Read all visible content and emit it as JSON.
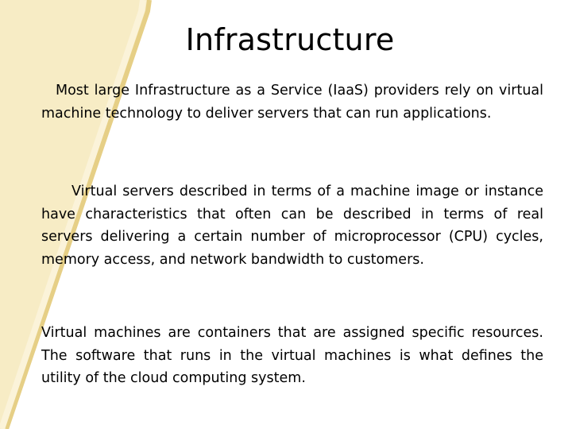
{
  "slide": {
    "title": "Infrastructure",
    "paragraphs": [
      "Most large Infrastructure as a Service (IaaS) providers rely on virtual machine technology to deliver servers that can run applications.",
      "Virtual servers described in terms of a machine image or instance have characteristics that often can be described in terms of real servers delivering a certain number of microprocessor (CPU) cycles, memory access, and network bandwidth to customers.",
      "Virtual machines are containers that are assigned specific resources. The software that runs in the virtual machines is what defines the utility of the cloud computing system."
    ]
  },
  "colors": {
    "background": "#ffffff",
    "stripe_fill": "#f7ecc5",
    "stripe_edge": "#e6cf86",
    "text": "#000000"
  }
}
